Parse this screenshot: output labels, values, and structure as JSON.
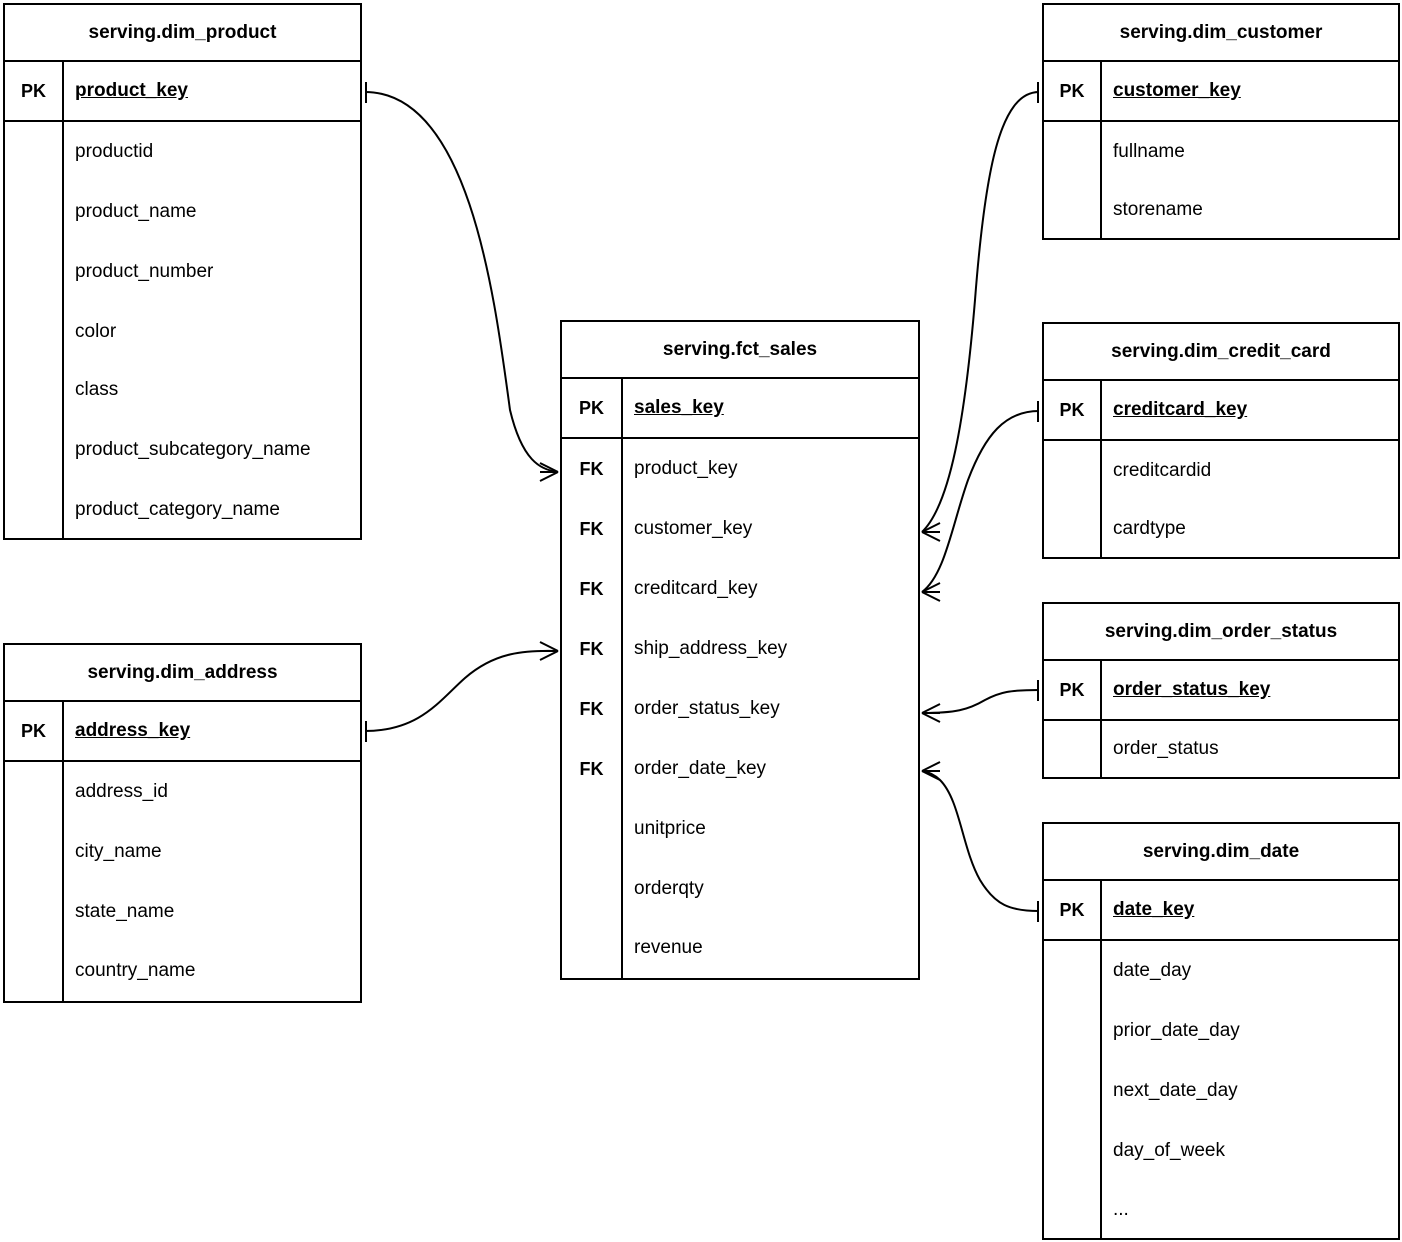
{
  "diagram": {
    "type": "entity-relationship-diagram",
    "notation": "crows-foot",
    "background_color": "#ffffff",
    "line_color": "#000000",
    "key_labels": {
      "primary": "PK",
      "foreign": "FK"
    }
  },
  "entities": [
    {
      "id": "dim_product",
      "title": "serving.dim_product",
      "primary_key": {
        "key": "PK",
        "name": "product_key"
      },
      "attributes": [
        "productid",
        "product_name",
        "product_number",
        "color",
        "class",
        "product_subcategory_name",
        "product_category_name"
      ]
    },
    {
      "id": "dim_address",
      "title": "serving.dim_address",
      "primary_key": {
        "key": "PK",
        "name": "address_key"
      },
      "attributes": [
        "address_id",
        "city_name",
        "state_name",
        "country_name"
      ]
    },
    {
      "id": "fct_sales",
      "title": "serving.fct_sales",
      "primary_key": {
        "key": "PK",
        "name": "sales_key"
      },
      "foreign_keys": [
        {
          "key": "FK",
          "name": "product_key"
        },
        {
          "key": "FK",
          "name": "customer_key"
        },
        {
          "key": "FK",
          "name": "creditcard_key"
        },
        {
          "key": "FK",
          "name": "ship_address_key"
        },
        {
          "key": "FK",
          "name": "order_status_key"
        },
        {
          "key": "FK",
          "name": "order_date_key"
        }
      ],
      "measures": [
        "unitprice",
        "orderqty",
        "revenue"
      ]
    },
    {
      "id": "dim_customer",
      "title": "serving.dim_customer",
      "primary_key": {
        "key": "PK",
        "name": "customer_key"
      },
      "attributes": [
        "fullname",
        "storename"
      ]
    },
    {
      "id": "dim_credit_card",
      "title": "serving.dim_credit_card",
      "primary_key": {
        "key": "PK",
        "name": "creditcard_key"
      },
      "attributes": [
        "creditcardid",
        "cardtype"
      ]
    },
    {
      "id": "dim_order_status",
      "title": "serving.dim_order_status",
      "primary_key": {
        "key": "PK",
        "name": "order_status_key"
      },
      "attributes": [
        "order_status"
      ]
    },
    {
      "id": "dim_date",
      "title": "serving.dim_date",
      "primary_key": {
        "key": "PK",
        "name": "date_key"
      },
      "attributes": [
        "date_day",
        "prior_date_day",
        "next_date_day",
        "day_of_week",
        "..."
      ]
    }
  ],
  "relationships": [
    {
      "from": "dim_product.product_key",
      "to": "fct_sales.product_key",
      "from_cardinality": "one",
      "to_cardinality": "many"
    },
    {
      "from": "dim_customer.customer_key",
      "to": "fct_sales.customer_key",
      "from_cardinality": "one",
      "to_cardinality": "many"
    },
    {
      "from": "dim_credit_card.creditcard_key",
      "to": "fct_sales.creditcard_key",
      "from_cardinality": "one",
      "to_cardinality": "many"
    },
    {
      "from": "dim_address.address_key",
      "to": "fct_sales.ship_address_key",
      "from_cardinality": "one",
      "to_cardinality": "many"
    },
    {
      "from": "dim_order_status.order_status_key",
      "to": "fct_sales.order_status_key",
      "from_cardinality": "one",
      "to_cardinality": "many"
    },
    {
      "from": "dim_date.date_key",
      "to": "fct_sales.order_date_key",
      "from_cardinality": "one",
      "to_cardinality": "many"
    }
  ]
}
